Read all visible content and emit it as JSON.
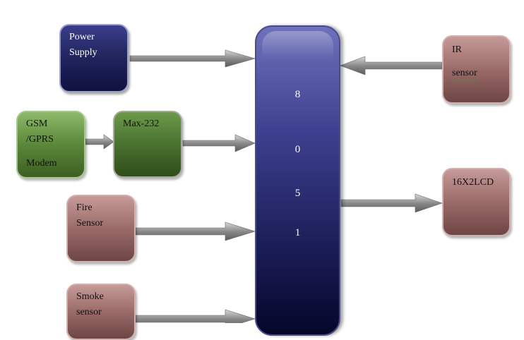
{
  "blocks": {
    "power_supply": {
      "line1": "Power",
      "line2": "Supply"
    },
    "gsm": {
      "line1": "GSM",
      "line2": "/GPRS",
      "line3": "Modem"
    },
    "max232": {
      "label": "Max-232"
    },
    "fire_sensor": {
      "line1": "Fire",
      "line2": "Sensor"
    },
    "smoke_sensor": {
      "line1": "Smoke",
      "line2": "sensor"
    },
    "ir_sensor": {
      "line1": "IR",
      "line2": "sensor"
    },
    "lcd": {
      "label": "16X2LCD"
    }
  },
  "microcontroller": {
    "chars": [
      "8",
      "0",
      "5",
      "1"
    ]
  },
  "colors": {
    "power": "#23265f",
    "gsm": "#5f8c3d",
    "max232": "#4a7230",
    "sensor": "#9a6b69",
    "mcu": "#181a52",
    "arrow": "#8f8f8f"
  }
}
